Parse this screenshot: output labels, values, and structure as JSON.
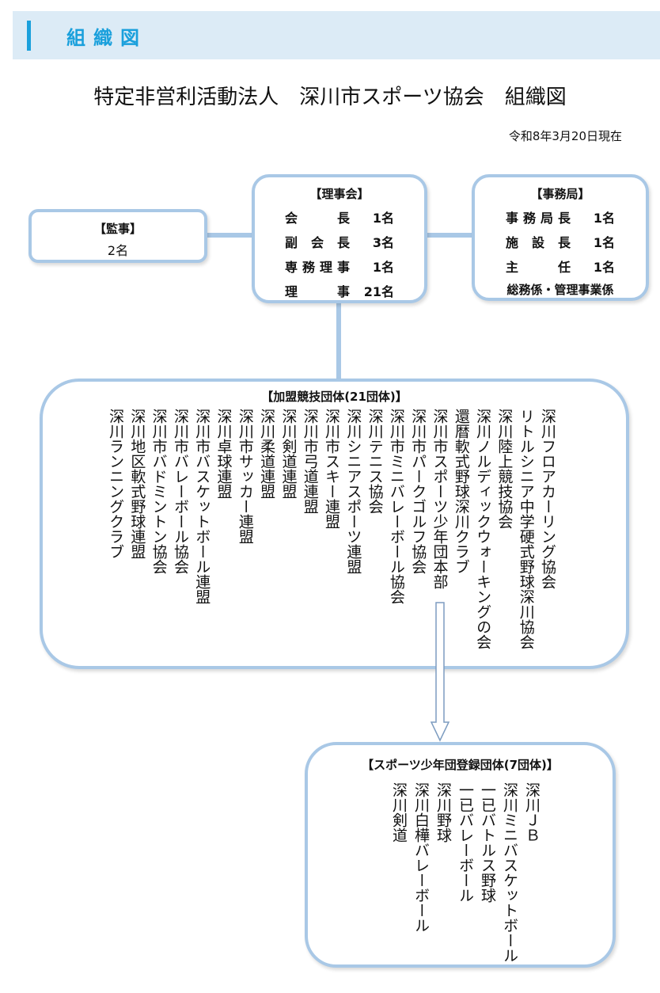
{
  "header": {
    "section_title": "組織図"
  },
  "title": "特定非営利活動法人　深川市スポーツ協会　組織図",
  "date": "令和8年3月20日現在",
  "auditor": {
    "heading": "【監事】",
    "count": "2名"
  },
  "board": {
    "heading": "【理事会】",
    "rows": [
      {
        "label": "会長",
        "value": "1名"
      },
      {
        "label": "副会長",
        "value": "3名"
      },
      {
        "label": "専務理事",
        "value": "1名"
      },
      {
        "label": "理事",
        "value": "21名"
      }
    ]
  },
  "secretariat": {
    "heading": "【事務局】",
    "rows": [
      {
        "label": "事務局長",
        "value": "1名"
      },
      {
        "label": "施設長",
        "value": "1名"
      },
      {
        "label": "主任",
        "value": "1名"
      }
    ],
    "note": "総務係・管理事業係"
  },
  "member_groups": {
    "heading": "【加盟競技団体(21団体)】",
    "items": [
      "深川フロアカーリング協会",
      "リトルシニア中学硬式野球深川協会",
      "深川陸上競技協会",
      "深川ノルディックウォーキングの会",
      "還暦軟式野球深川クラブ",
      "深川市スポーツ少年団本部",
      "深川市パークゴルフ協会",
      "深川市ミニバレーボール協会",
      "深川テニス協会",
      "深川シニアスポーツ連盟",
      "深川市スキー連盟",
      "深川市弓道連盟",
      "深川剣道連盟",
      "深川柔道連盟",
      "深川市サッカー連盟",
      "深川卓球連盟",
      "深川市バスケットボール連盟",
      "深川市バレーボール協会",
      "深川市バドミントン協会",
      "深川地区軟式野球連盟",
      "深川ランニングクラブ"
    ]
  },
  "youth_groups": {
    "heading": "【スポーツ少年団登録団体(7団体)】",
    "items": [
      "深川ＪＢ",
      "深川ミニバスケットボール",
      "一已バトルス野球",
      "一已バレーボール",
      "深川野球",
      "深川白樺バレーボール",
      "深川剣道"
    ]
  }
}
